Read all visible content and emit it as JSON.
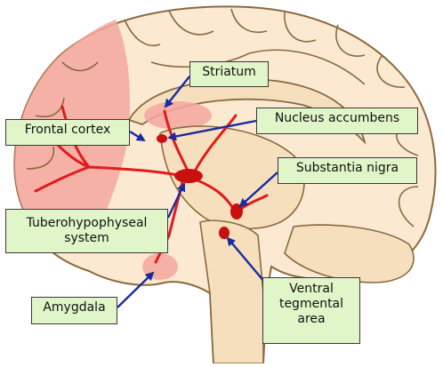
{
  "labels": {
    "striatum": "Striatum",
    "frontal_cortex": "Frontal cortex",
    "nucleus_accumbens": "Nucleus accumbens",
    "substantia_nigra": "Substantia nigra",
    "tuberohypophyseal": "Tuberohypophyseal\nsystem",
    "amygdala": "Amygdala",
    "ventral_tegmental": "Ventral\ntegmental\narea"
  },
  "colors": {
    "brain_outline": "#8a6a40",
    "cortex": "#fbe9d2",
    "inner": "#f6dfbd",
    "highlight": "#f4a7a0",
    "pathway": "#e21b1b",
    "label_bg": "#e0f5c8",
    "arrow": "#1a2aa0"
  }
}
